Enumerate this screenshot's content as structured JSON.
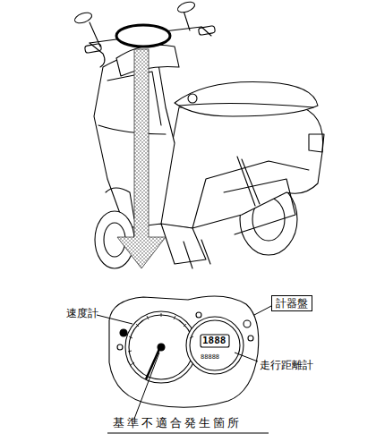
{
  "diagram": {
    "nodes": [
      {
        "text": [
          "計器盤"
        ]
      }
    ],
    "labels": [
      "速度計",
      "走行距離計",
      "基準不適合発生箇所",
      "1888",
      "88888"
    ]
  }
}
